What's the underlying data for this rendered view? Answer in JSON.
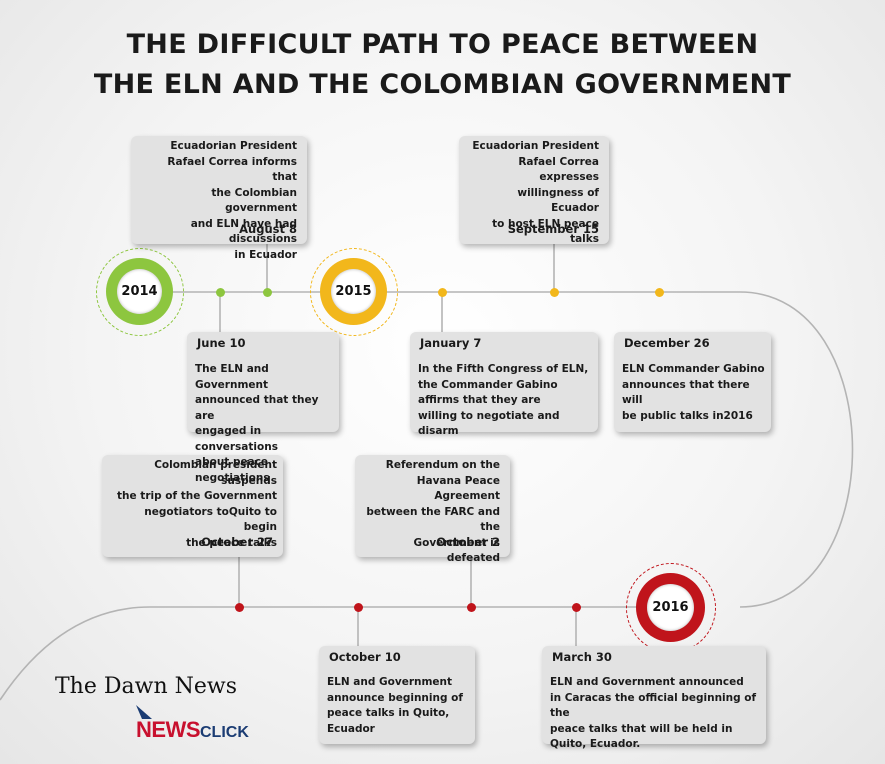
{
  "title": {
    "line1": "THE DIFFICULT PATH TO PEACE BETWEEN",
    "line2": "THE ELN AND THE COLOMBIAN GOVERNMENT"
  },
  "colors": {
    "green": "#8dc63f",
    "yellow": "#f2b71b",
    "red": "#c0141b",
    "line": "#b4b4b4"
  },
  "years": [
    "2014",
    "2015",
    "2016"
  ],
  "events": [
    {
      "id": "aug8",
      "date": "August 8",
      "lines": [
        "Ecuadorian President",
        "Rafael Correa informs that",
        "the Colombian government",
        "and ELN have had discussions",
        "in Ecuador"
      ]
    },
    {
      "id": "sep15",
      "date": "September 15",
      "lines": [
        "Ecuadorian President",
        "Rafael Correa expresses",
        "willingness of Ecuador",
        "to host ELN peace talks"
      ]
    },
    {
      "id": "jun10",
      "date": "June 10",
      "lines": [
        "The ELN and Government",
        "announced that they are",
        "engaged in conversations",
        "about peace negotiations"
      ]
    },
    {
      "id": "jan7",
      "date": "January 7",
      "lines": [
        "In the Fifth Congress of ELN,",
        "the Commander Gabino",
        "affirms that they are",
        "willing to negotiate and disarm"
      ]
    },
    {
      "id": "dec26",
      "date": "December 26",
      "lines": [
        "ELN Commander Gabino",
        "announces that there will",
        "be public talks in2016"
      ]
    },
    {
      "id": "oct27",
      "date": "October 27",
      "lines": [
        "Colombian president suspends",
        "the trip of the Government",
        "negotiators toQuito to begin",
        "the peace talks"
      ]
    },
    {
      "id": "oct2",
      "date": "October 2",
      "lines": [
        "Referendum on the",
        "Havana Peace Agreement",
        "between the FARC and the",
        "Government is defeated"
      ]
    },
    {
      "id": "oct10",
      "date": "October 10",
      "lines": [
        "ELN and Government",
        "announce beginning of",
        "peace talks in Quito,",
        "Ecuador"
      ]
    },
    {
      "id": "mar30",
      "date": "March 30",
      "lines": [
        "ELN and Government announced",
        "in Caracas the official beginning of the",
        "peace talks that will be held in",
        "Quito, Ecuador."
      ]
    }
  ],
  "branding": {
    "publication": "The Dawn News",
    "partner_part1": "NEWS",
    "partner_part2": "CLICK"
  }
}
